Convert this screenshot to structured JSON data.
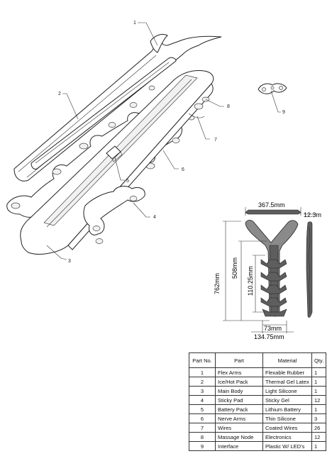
{
  "callouts": [
    "1",
    "2",
    "3",
    "4",
    "5",
    "6",
    "7",
    "8",
    "9"
  ],
  "dimensions": {
    "top_width": "367.5mm",
    "side_thickness": "12.3m",
    "total_height": "762mm",
    "body_height": "508mm",
    "spine_height": "110.25mm",
    "neck_width": "73mm",
    "base_width": "134.75mm"
  },
  "table": {
    "headers": [
      "Part No.",
      "Part",
      "Material",
      "Qty."
    ],
    "rows": [
      [
        "1",
        "Flex Arms",
        "Flexable Rubber",
        "1"
      ],
      [
        "2",
        "Ice/Hot Pack",
        "Thermal Gel Latex",
        "1"
      ],
      [
        "3",
        "Main Body",
        "Light Silicone",
        "1"
      ],
      [
        "4",
        "Sticky Pad",
        "Sticky Gel",
        "12"
      ],
      [
        "5",
        "Battery Pack",
        "Lithium Battery",
        "1"
      ],
      [
        "6",
        "Nerve Arms",
        "Thin Silicone",
        "3"
      ],
      [
        "7",
        "Wires",
        "Coated Wires",
        "26"
      ],
      [
        "8",
        "Massage Node",
        "Electronics",
        "12"
      ],
      [
        "9",
        "Interface",
        "Plastic W/ LED's",
        "1"
      ]
    ]
  }
}
